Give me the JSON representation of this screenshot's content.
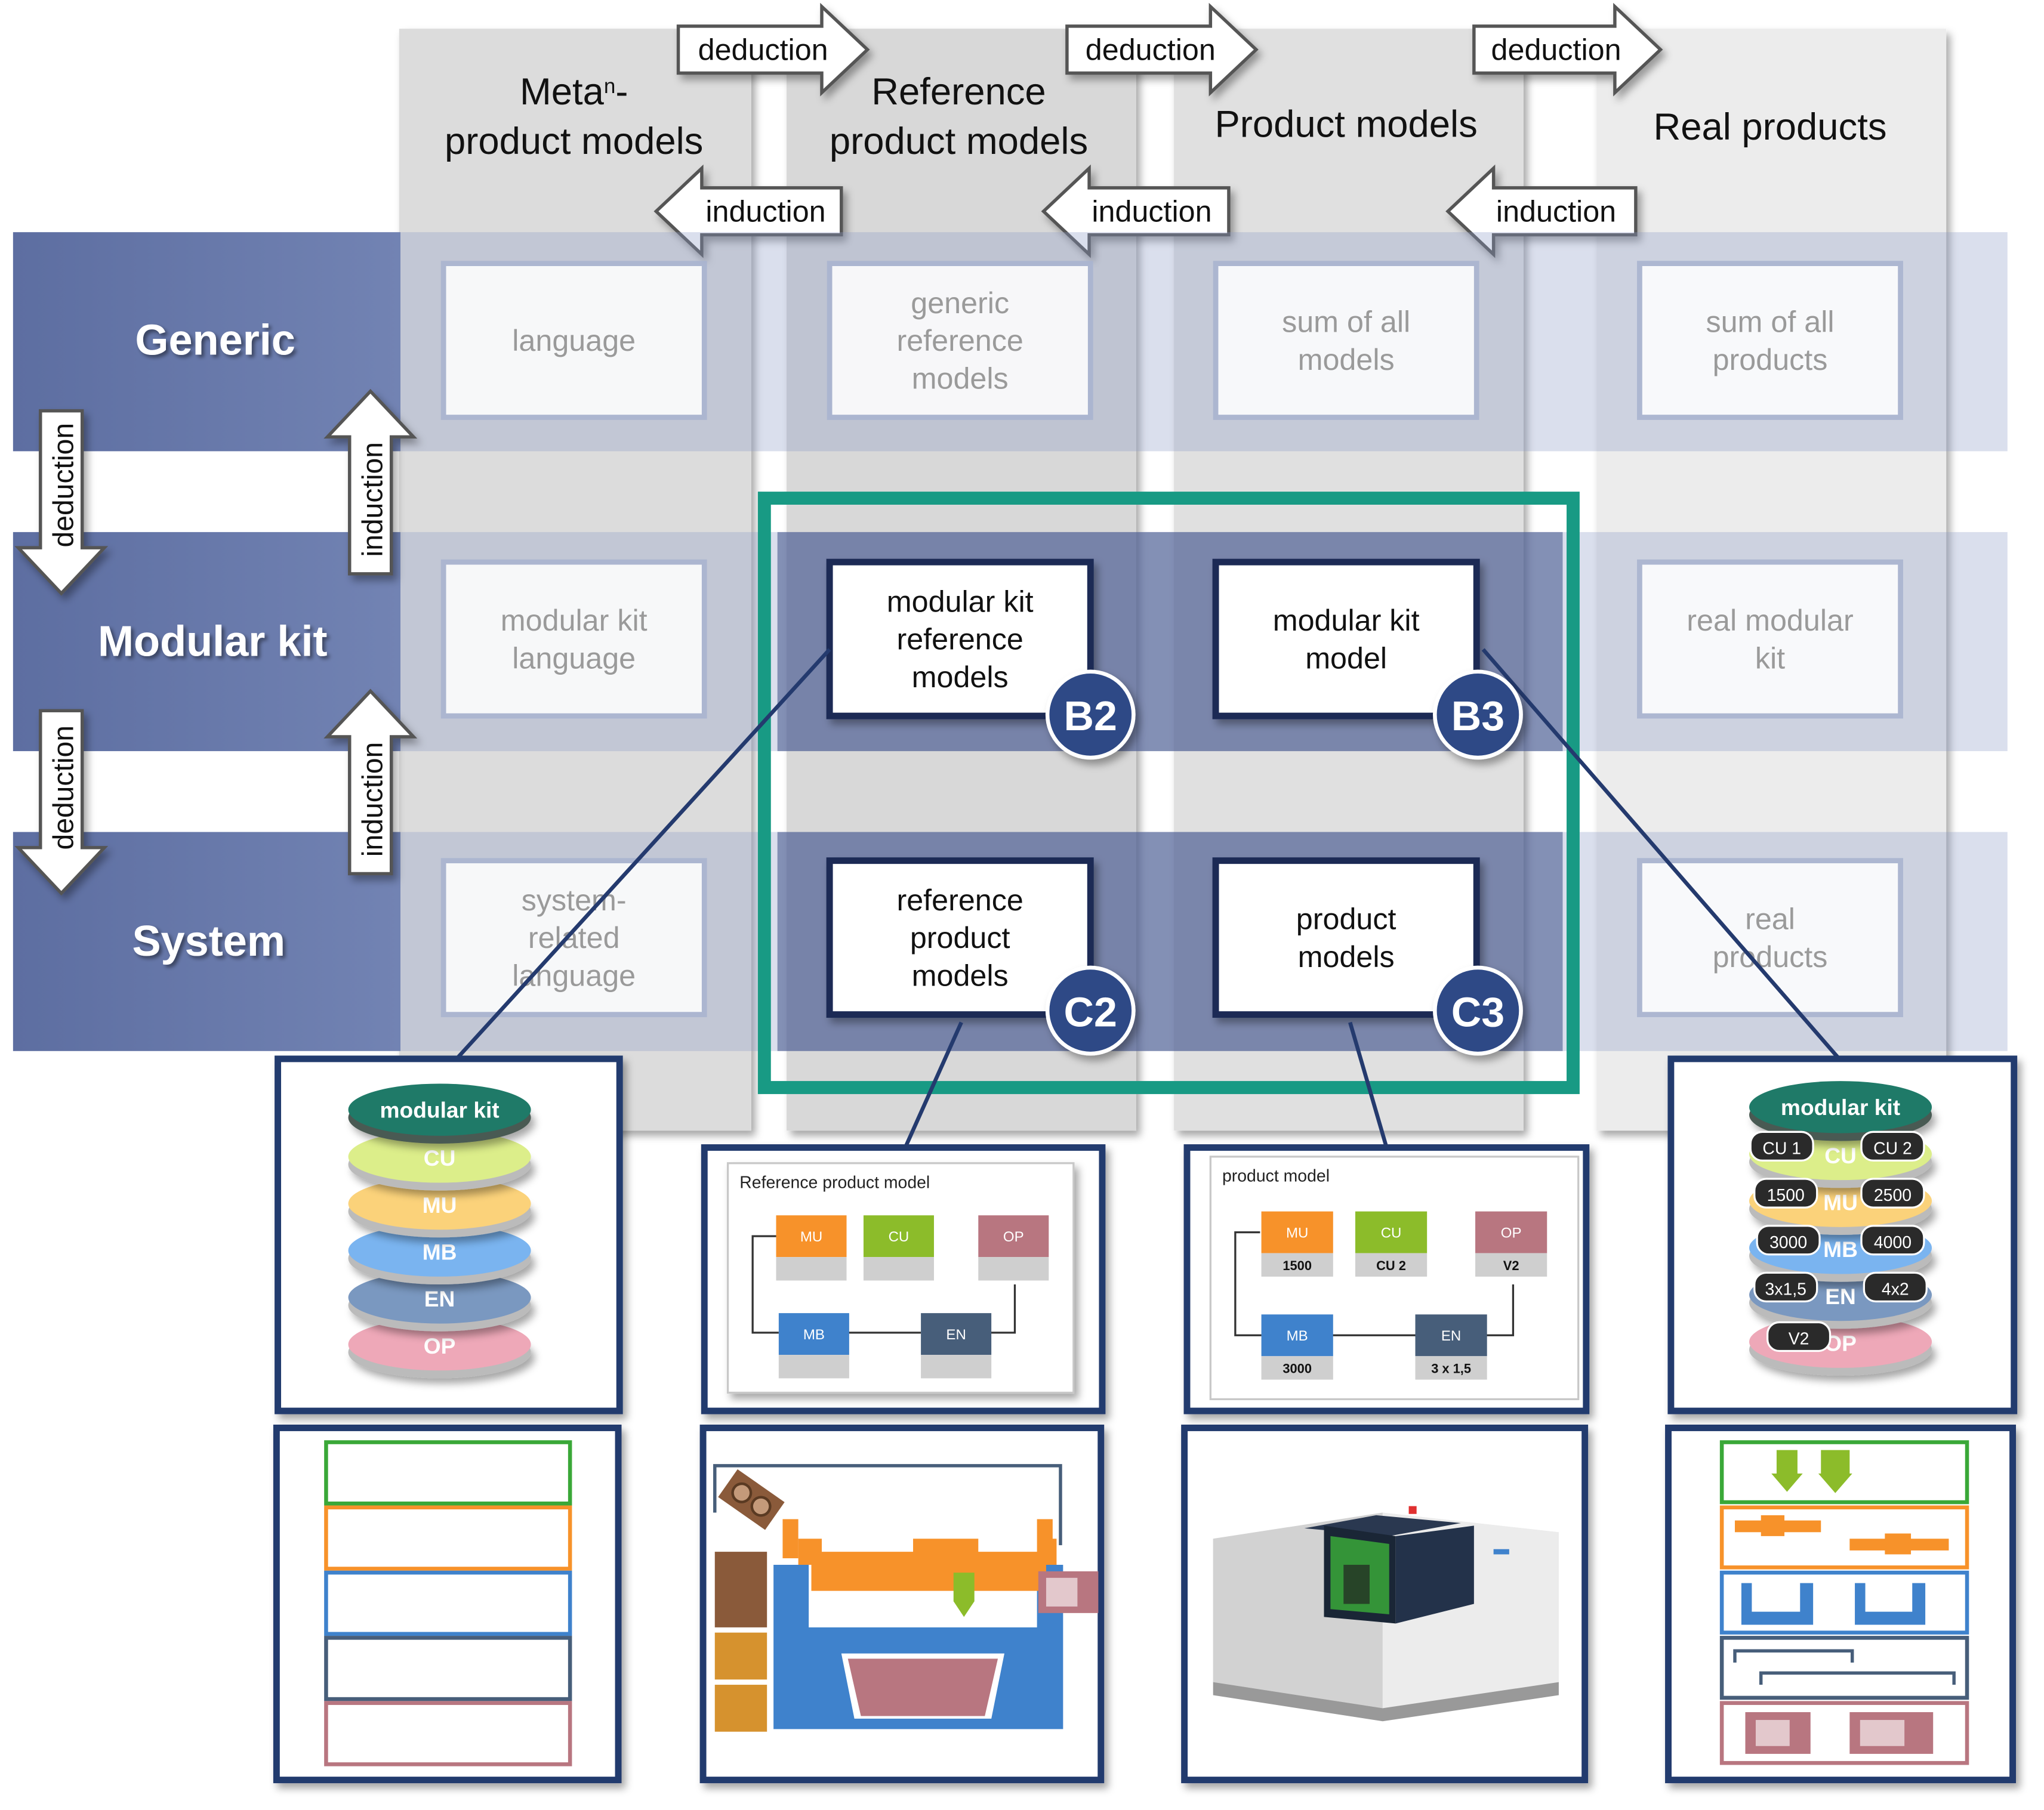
{
  "columns": {
    "meta": {
      "line1": "Meta",
      "sup": "n",
      "line1_suffix": "-",
      "line2": "product models"
    },
    "reference": {
      "line1": "Reference",
      "line2": "product models"
    },
    "product": {
      "label": "Product models"
    },
    "real": {
      "label": "Real products"
    }
  },
  "arrows": {
    "deduction": "deduction",
    "induction": "induction"
  },
  "rows": {
    "generic": "Generic",
    "modular": "Modular kit",
    "system": "System"
  },
  "cells": {
    "generic_meta": [
      "language"
    ],
    "generic_reference": [
      "generic",
      "reference",
      "models"
    ],
    "generic_product": [
      "sum of all",
      "models"
    ],
    "generic_real": [
      "sum of all",
      "products"
    ],
    "modular_meta": [
      "modular kit",
      "language"
    ],
    "modular_reference": [
      "modular kit",
      "reference",
      "models"
    ],
    "modular_product": [
      "modular kit",
      "model"
    ],
    "modular_real": [
      "real modular",
      "kit"
    ],
    "system_meta": [
      "system-",
      "related",
      "language"
    ],
    "system_reference": [
      "reference",
      "product",
      "models"
    ],
    "system_product": [
      "product",
      "models"
    ],
    "system_real": [
      "real",
      "products"
    ]
  },
  "badges": {
    "b2": "B2",
    "b3": "B3",
    "c2": "C2",
    "c3": "C3"
  },
  "kit_stack": {
    "top": "modular kit",
    "layers": [
      "CU",
      "MU",
      "MB",
      "EN",
      "OP"
    ],
    "real_tags": [
      "CU 1",
      "CU 2",
      "1500",
      "2500",
      "3000",
      "4000",
      "3x1,5",
      "4x2",
      "V2"
    ]
  },
  "ref_model_panel": {
    "title": "Reference product model",
    "modules": [
      "MU",
      "CU",
      "OP",
      "MB",
      "EN"
    ]
  },
  "product_model_panel": {
    "title": "product model",
    "modules": [
      "MU",
      "CU",
      "OP",
      "MB",
      "EN"
    ],
    "values": [
      "1500",
      "CU 2",
      "V2",
      "3000",
      "3 x 1,5"
    ]
  },
  "colors": {
    "row_band": "#6878a8",
    "badge": "#2e4a86",
    "highlight_frame": "#189a84",
    "panel_border": "#243a6e",
    "mu": "#f7922a",
    "cu": "#8cbc2a",
    "op": "#b87680",
    "mb": "#3f82cc",
    "en": "#475e7a"
  }
}
